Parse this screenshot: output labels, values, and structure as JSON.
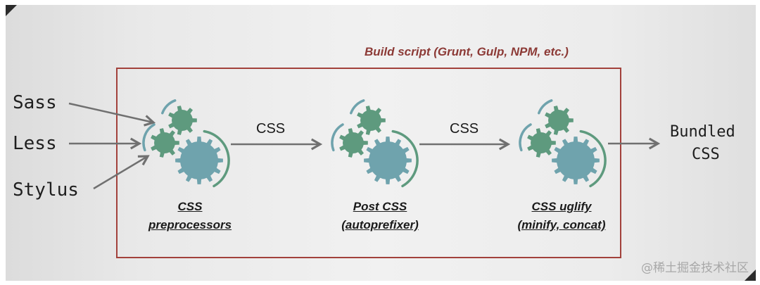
{
  "build_script_label": "Build script (Grunt, Gulp, NPM, etc.)",
  "inputs": [
    "Sass",
    "Less",
    "Stylus"
  ],
  "connectors": [
    "CSS",
    "CSS"
  ],
  "stages": [
    {
      "line1": "CSS",
      "line2": "preprocessors",
      "icon": "gears-icon"
    },
    {
      "line1": "Post CSS",
      "line2": "(autoprefixer)",
      "icon": "gears-icon"
    },
    {
      "line1": "CSS uglify",
      "line2": "(minify, concat)",
      "icon": "gears-icon"
    }
  ],
  "output": {
    "line1": "Bundled",
    "line2": "CSS"
  },
  "watermark": "@稀土掘金技术社区",
  "colors": {
    "frame": "#a2413b",
    "title": "#8c3a36",
    "gear_small": "#5e9a7e",
    "gear_large": "#6fa3ad",
    "arc": "#5e9a7e",
    "arc_blue": "#6fa3ad",
    "arrow": "#707070"
  }
}
